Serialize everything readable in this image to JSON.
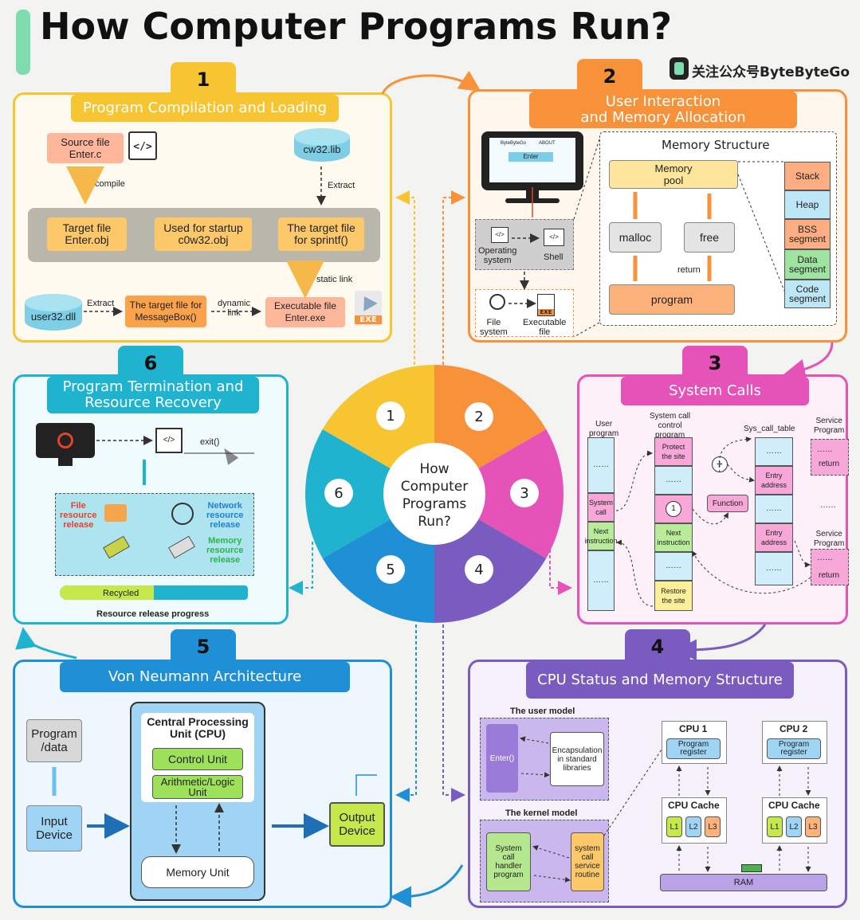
{
  "title": "How Computer Programs Run?",
  "brand": "关注公众号ByteByteGo",
  "colors": {
    "yellow": "#f7c531",
    "orange": "#f7923a",
    "pink": "#e552b8",
    "purple": "#7a5cc0",
    "blue": "#1f8fd6",
    "cyan": "#1fb3cf"
  },
  "wheel": {
    "center": "How\nComputer\nPrograms\nRun?",
    "nums": [
      "1",
      "2",
      "3",
      "4",
      "5",
      "6"
    ]
  },
  "p1": {
    "num": "1",
    "title": "Program Compilation and Loading",
    "source": "Source file\nEnter.c",
    "compile": "compile",
    "lib": "cw32.lib",
    "extract": "Extract",
    "t1": "Target file\nEnter.obj",
    "t2": "Used for startup\nc0w32.obj",
    "t3": "The target file\nfor sprintf()",
    "static": "static link",
    "dll": "user32.dll",
    "extract2": "Extract",
    "mb": "The target file for\nMessageBox()",
    "dynamic": "dynamic\nlink",
    "exe": "Executable file\nEnter.exe",
    "exe_icon": "EXE"
  },
  "p2": {
    "num": "2",
    "title": "User Interaction\nand Memory Allocation",
    "screen_brand": "ByteByteGo",
    "screen_about": "ABOUT",
    "screen_btn": "Enter",
    "os": "Operating\nsystem",
    "shell": "Shell",
    "fs": "File\nsystem",
    "exec": "Executable\nfile",
    "exe_icon": "EXE",
    "mem_title": "Memory Structure",
    "pool": "Memory\npool",
    "malloc": "malloc",
    "free": "free",
    "return": "return",
    "program": "program",
    "segments": [
      "Stack",
      "Heap",
      "BSS\nsegment",
      "Data\nsegment",
      "Code\nsegment"
    ]
  },
  "p3": {
    "num": "3",
    "title": "System Calls",
    "user_prog": "User\nprogram",
    "sccp": "System call\ncontrol\nprogram",
    "table": "Sys_call_table",
    "svc": "Service\nProgram",
    "dots": "……",
    "syscall": "System\ncall",
    "next": "Next\ninstruction",
    "protect": "Protect\nthe site",
    "one": "1",
    "next2": "Next\ninstruction",
    "restore": "Restore\nthe site",
    "function": "Function",
    "entry1": "Entry\naddress",
    "entry2": "Entry\naddress",
    "return1": "return",
    "svc2": "Service\nProgram",
    "return2": "return"
  },
  "p4": {
    "num": "4",
    "title": "CPU Status and Memory Structure",
    "user_model": "The user model",
    "enter": "Enter()",
    "encap": "Encapsulation\nin standard\nlibraries",
    "kernel_model": "The kernel model",
    "handler": "System\ncall\nhandler\nprogram",
    "routine": "system\ncall\nservice\nroutine",
    "cpu1": "CPU 1",
    "cpu2": "CPU 2",
    "preg": "Program\nregister",
    "cache": "CPU Cache",
    "l1": "L1",
    "l2": "L2",
    "l3": "L3",
    "ram": "RAM"
  },
  "p5": {
    "num": "5",
    "title": "Von Neumann Architecture",
    "prog": "Program\n/data",
    "input": "Input\nDevice",
    "cpu": "Central Processing\nUnit (CPU)",
    "control": "Control Unit",
    "alu": "Arithmetic/Logic\nUnit",
    "memory": "Memory Unit",
    "output": "Output\nDevice"
  },
  "p6": {
    "num": "6",
    "title": "Program Termination and\nResource Recovery",
    "exit": "exit()",
    "file": "File\nresource\nrelease",
    "net": "Network\nresource\nrelease",
    "mem": "Memory\nresource\nrelease",
    "recycled": "Recycled",
    "progress_label": "Resource release progress",
    "progress": 0.5
  }
}
